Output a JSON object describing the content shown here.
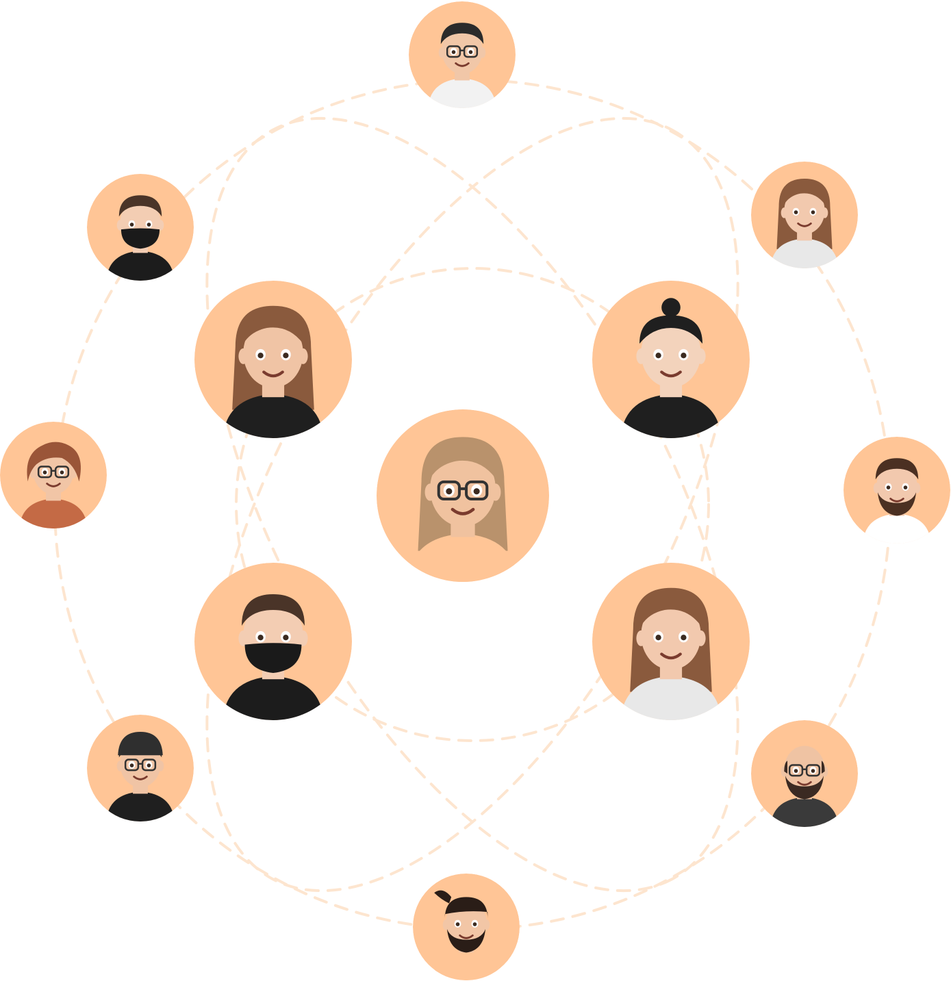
{
  "colors": {
    "orbit": "#fde5cf",
    "avatar_bg": "#ffc596"
  },
  "avatars": [
    {
      "name": "avatar-top",
      "skin": "#f1c7a8",
      "hair": "#2b2b2b",
      "shirt": "#f2f2f2",
      "style": "short",
      "glasses": true,
      "mask": false,
      "beard": false
    },
    {
      "name": "avatar-upper-left",
      "skin": "#f3cdb3",
      "hair": "#4a3428",
      "shirt": "#1c1c1c",
      "style": "short",
      "glasses": false,
      "mask": true,
      "beard": false
    },
    {
      "name": "avatar-upper-right",
      "skin": "#f2c9ae",
      "hair": "#8a5a3d",
      "shirt": "#e8e8e8",
      "style": "long",
      "glasses": false,
      "mask": false,
      "beard": false
    },
    {
      "name": "avatar-inner-top-left",
      "skin": "#f0c4a5",
      "hair": "#8a5a3d",
      "shirt": "#1f1f1f",
      "style": "long",
      "glasses": false,
      "mask": false,
      "beard": false
    },
    {
      "name": "avatar-inner-top-right",
      "skin": "#f3d3bc",
      "hair": "#1f1f1f",
      "shirt": "#1f1f1f",
      "style": "bun",
      "glasses": false,
      "mask": false,
      "beard": false
    },
    {
      "name": "avatar-left",
      "skin": "#f1c5a6",
      "hair": "#9a5538",
      "shirt": "#c46a45",
      "style": "curly",
      "glasses": true,
      "mask": false,
      "beard": false
    },
    {
      "name": "avatar-center",
      "skin": "#f0c29f",
      "hair": "#b9926c",
      "shirt": "#ffc596",
      "style": "long",
      "glasses": true,
      "mask": false,
      "beard": false
    },
    {
      "name": "avatar-right",
      "skin": "#f2c9ae",
      "hair": "#4b3022",
      "shirt": "#ffffff",
      "style": "short",
      "glasses": false,
      "mask": false,
      "beard": true
    },
    {
      "name": "avatar-inner-bottom-left",
      "skin": "#f3cdb3",
      "hair": "#4a3428",
      "shirt": "#1c1c1c",
      "style": "short",
      "glasses": false,
      "mask": true,
      "beard": false
    },
    {
      "name": "avatar-inner-bottom-right",
      "skin": "#f2c9ae",
      "hair": "#8a5a3d",
      "shirt": "#e8e8e8",
      "style": "long",
      "glasses": false,
      "mask": false,
      "beard": false
    },
    {
      "name": "avatar-lower-left",
      "skin": "#f0c4a5",
      "hair": "#2b2b2b",
      "shirt": "#1f1f1f",
      "style": "beanie",
      "glasses": true,
      "mask": false,
      "beard": false
    },
    {
      "name": "avatar-lower-right",
      "skin": "#efc3a3",
      "hair": "#3b2a22",
      "shirt": "#3a3a3a",
      "style": "bald",
      "glasses": true,
      "mask": false,
      "beard": true
    },
    {
      "name": "avatar-bottom",
      "skin": "#f2c6a6",
      "hair": "#2a1d17",
      "shirt": "#ffc596",
      "style": "ponytail",
      "glasses": false,
      "mask": false,
      "beard": true
    }
  ]
}
